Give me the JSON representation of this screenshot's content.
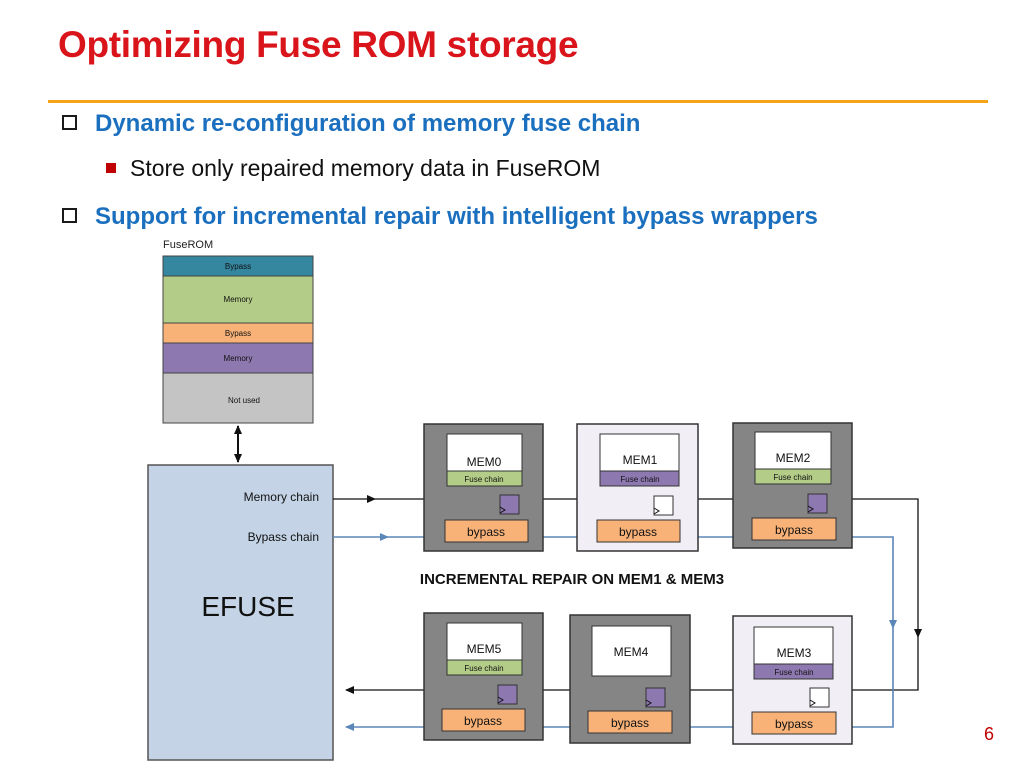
{
  "title": "Optimizing Fuse ROM storage",
  "bullets": {
    "b1": "Dynamic re-configuration of memory fuse chain",
    "b1_sub": "Store only repaired memory data in FuseROM",
    "b2": "Support for incremental repair with intelligent bypass wrappers"
  },
  "diagram": {
    "fuserom": {
      "label": "FuseROM",
      "sections": [
        {
          "label": "Bypass",
          "color": "#35869f"
        },
        {
          "label": "Memory",
          "color": "#b3cc87"
        },
        {
          "label": "Bypass",
          "color": "#f8b278"
        },
        {
          "label": "Memory",
          "color": "#8e78b0"
        },
        {
          "label": "Not used",
          "color": "#c4c4c4"
        }
      ]
    },
    "efuse": {
      "label": "EFUSE",
      "memory_chain": "Memory chain",
      "bypass_chain": "Bypass chain"
    },
    "memories": [
      {
        "name": "MEM0",
        "fuse_chain": "Fuse chain",
        "bypass": "bypass",
        "repaired": false
      },
      {
        "name": "MEM1",
        "fuse_chain": "Fuse chain",
        "bypass": "bypass",
        "repaired": true
      },
      {
        "name": "MEM2",
        "fuse_chain": "Fuse chain",
        "bypass": "bypass",
        "repaired": false
      },
      {
        "name": "MEM3",
        "fuse_chain": "Fuse chain",
        "bypass": "bypass",
        "repaired": true
      },
      {
        "name": "MEM4",
        "fuse_chain": "",
        "bypass": "bypass",
        "repaired": false
      },
      {
        "name": "MEM5",
        "fuse_chain": "Fuse chain",
        "bypass": "bypass",
        "repaired": false
      }
    ],
    "caption": "INCREMENTAL REPAIR ON MEM1 & MEM3"
  },
  "page_number": "6",
  "colors": {
    "title": "#d9141b",
    "rule": "#f5a419",
    "bullet": "#1b6fbf",
    "efuse_fill": "#c4d4e6",
    "wrapper_dark": "#858585",
    "wrapper_light": "#f1eff5",
    "fuse_green": "#b3cc87",
    "fuse_purple": "#8e78b0",
    "bypass_orange": "#f8b278",
    "blue_wire": "#5b86b8"
  }
}
